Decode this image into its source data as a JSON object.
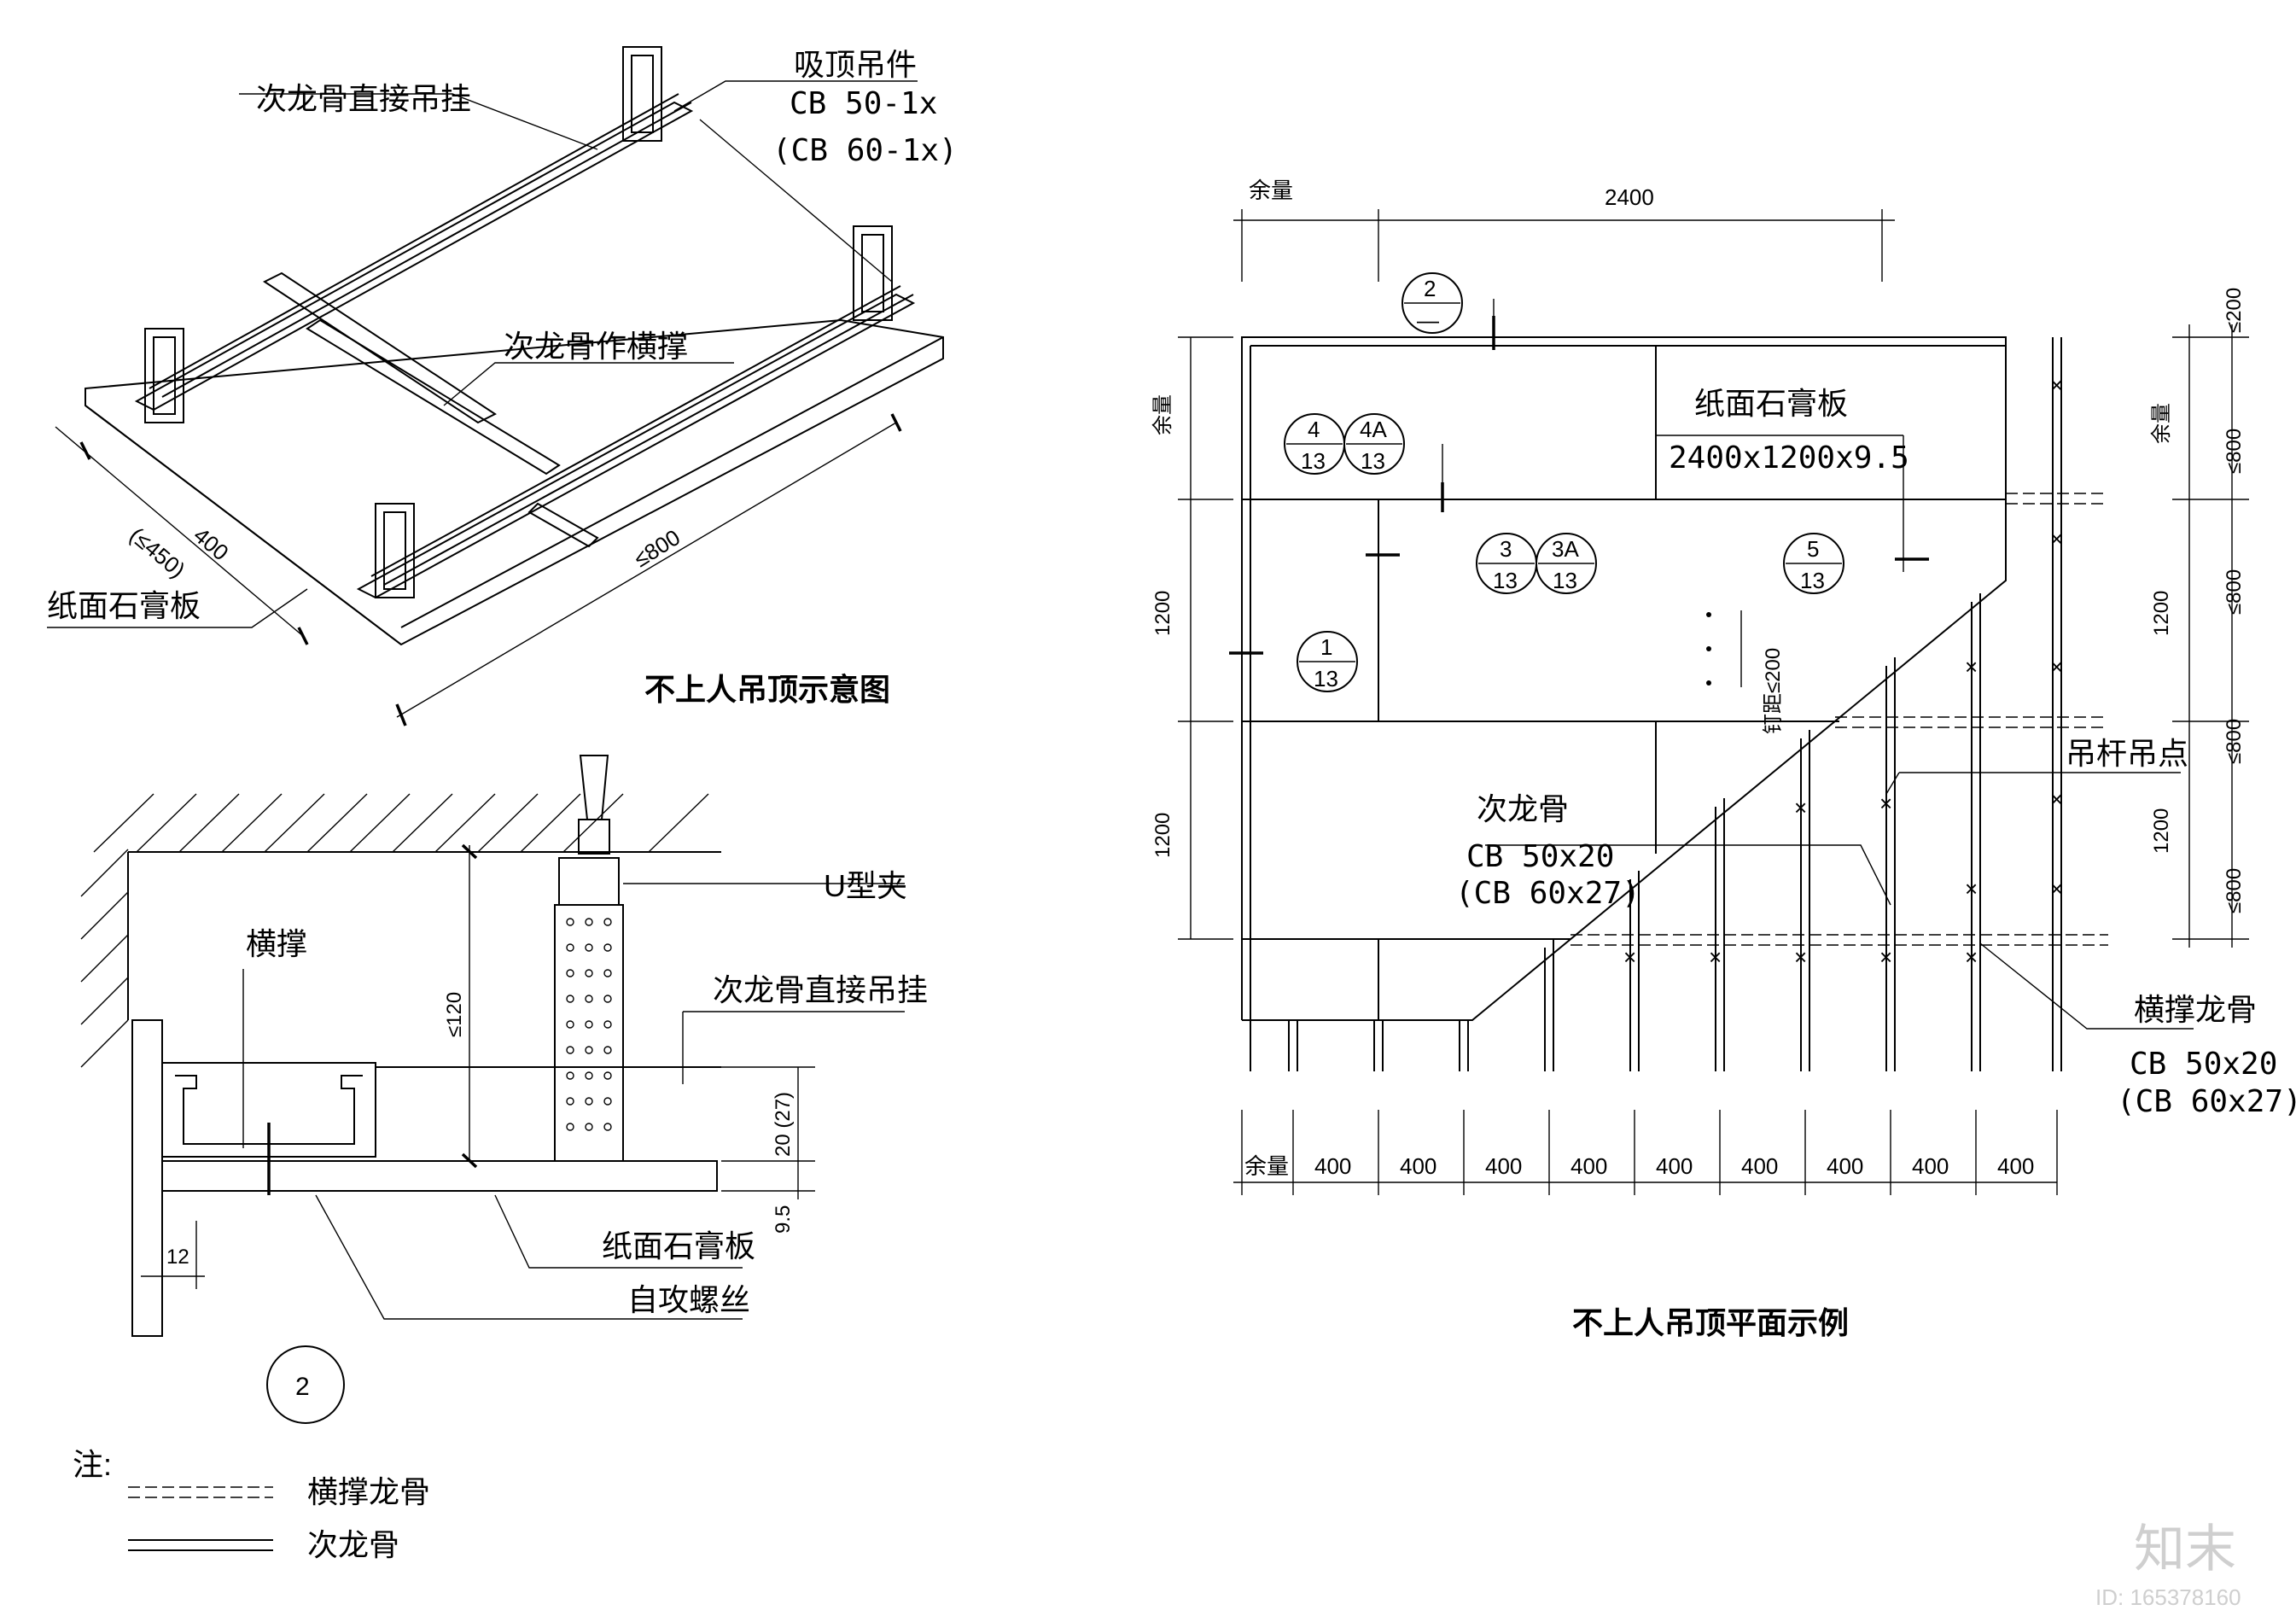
{
  "iso": {
    "title": "不上人吊顶示意图",
    "label_direct_hang": "次龙骨直接吊挂",
    "label_clip_name": "吸顶吊件",
    "label_clip_spec1": "CB 50-1x",
    "label_clip_spec2": "(CB 60-1x)",
    "label_cross": "次龙骨作横撑",
    "label_board": "纸面石膏板",
    "dim_400": "400",
    "dim_450": "(≤450)",
    "dim_800": "≤800"
  },
  "section": {
    "label_u_clip": "U型夹",
    "label_brace": "横撑",
    "label_direct_hang": "次龙骨直接吊挂",
    "label_board": "纸面石膏板",
    "label_screw": "自攻螺丝",
    "dim_120": "≤120",
    "dim_20": "20 (27)",
    "dim_95": "9.5",
    "dim_12": "12",
    "circle_num": "2"
  },
  "legend": {
    "note": "注:",
    "dashed_label": "横撑龙骨",
    "solid_label": "次龙骨"
  },
  "plan": {
    "title": "不上人吊顶平面示例",
    "top_margin": "余量",
    "top_2400": "2400",
    "label_board": "纸面石膏板",
    "label_board_size": "2400x1200x9.5",
    "label_hanger": "吊杆吊点",
    "label_runner": "次龙骨",
    "label_runner_spec1": "CB 50x20",
    "label_runner_spec2": "(CB 60x27)",
    "label_cross": "横撑龙骨",
    "label_cross_spec1": "CB 50x20",
    "label_cross_spec2": "(CB 60x27)",
    "nail_spacing": "钉距≤200",
    "left_margin": "余量",
    "left_1200a": "1200",
    "left_1200b": "1200",
    "right_200": "≤200",
    "right_margin": "余量",
    "right_800a": "≤800",
    "right_1200a": "1200",
    "right_800b": "≤800",
    "right_800c": "≤800",
    "right_1200b": "1200",
    "right_800d": "≤800",
    "bottom_margin": "余量",
    "bottom_dims": [
      "400",
      "400",
      "400",
      "400",
      "400",
      "400",
      "400",
      "400",
      "400"
    ],
    "refs": [
      {
        "top": "2",
        "bottom": "—"
      },
      {
        "top": "4",
        "bottom": "13"
      },
      {
        "top": "4A",
        "bottom": "13"
      },
      {
        "top": "3",
        "bottom": "13"
      },
      {
        "top": "3A",
        "bottom": "13"
      },
      {
        "top": "5",
        "bottom": "13"
      },
      {
        "top": "1",
        "bottom": "13"
      }
    ]
  },
  "watermark": {
    "brand": "知末",
    "id": "ID: 165378160"
  }
}
